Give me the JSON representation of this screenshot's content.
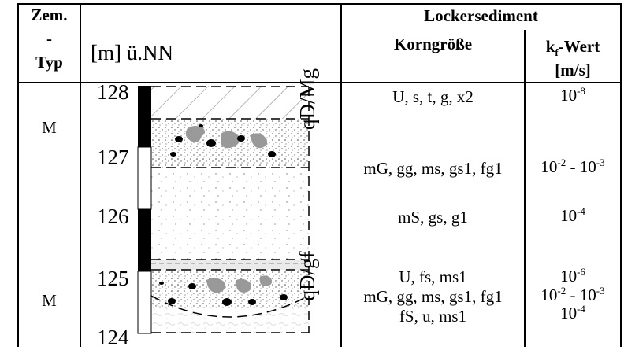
{
  "header": {
    "zem_line1": "Zem.",
    "zem_line2": "-",
    "zem_line3": "Typ",
    "depth_label": "[m] ü.NN",
    "lockersediment": "Lockersediment",
    "korngroesse": "Korngröße",
    "kf_main": "k",
    "kf_sub": "f",
    "kf_suffix": "-Wert",
    "kf_unit": "[m/s]"
  },
  "zem_types": [
    "M",
    "M"
  ],
  "depth_ticks": [
    "128",
    "127",
    "126",
    "125",
    "124"
  ],
  "vertical_labels": [
    "qD/Mg",
    "qD/gf"
  ],
  "rows": [
    {
      "korn": "U, s, t, g, x2",
      "kf_base": "10",
      "kf_exp": "-8",
      "kf_base2": "",
      "kf_exp2": ""
    },
    {
      "korn": "mG, gg, ms, gs1, fg1",
      "kf_base": "10",
      "kf_exp": "-2",
      "kf_base2": " - 10",
      "kf_exp2": "-3"
    },
    {
      "korn": "mS, gs, g1",
      "kf_base": "10",
      "kf_exp": "-4",
      "kf_base2": "",
      "kf_exp2": ""
    },
    {
      "korn": "U, fs, ms1",
      "kf_base": "10",
      "kf_exp": "-6",
      "kf_base2": "",
      "kf_exp2": ""
    },
    {
      "korn": "mG, gg, ms, gs1, fg1",
      "kf_base": "10",
      "kf_exp": "-2",
      "kf_base2": " - 10",
      "kf_exp2": "-3"
    },
    {
      "korn": "fS, u, ms1",
      "kf_base": "10",
      "kf_exp": "-4",
      "kf_base2": "",
      "kf_exp2": ""
    }
  ]
}
